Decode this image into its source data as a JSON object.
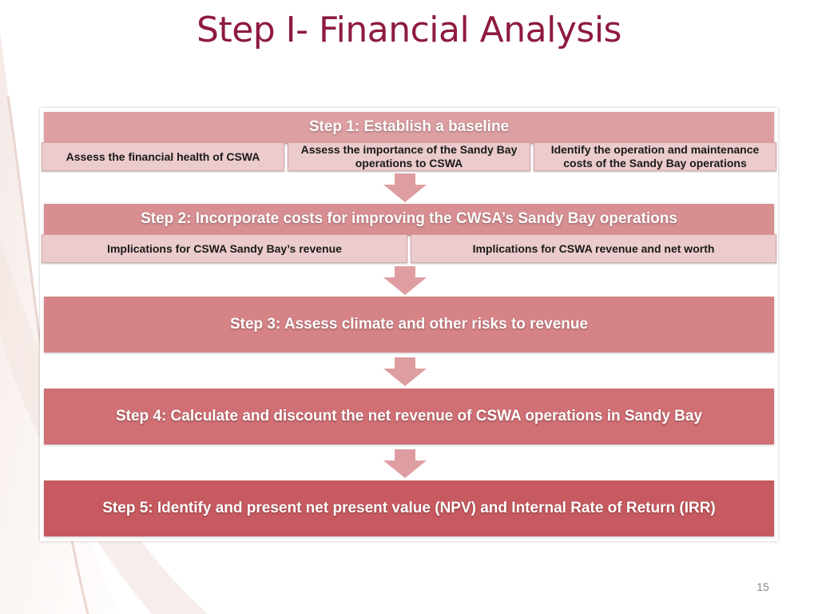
{
  "slide": {
    "title": "Step I- Financial Analysis",
    "page_number": "15"
  },
  "steps": [
    {
      "label": "Step 1: Establish a baseline",
      "color": "#dd9fa1",
      "items": [
        "Assess the financial health of CSWA",
        "Assess the importance of the Sandy Bay operations to CSWA",
        "Identify the operation and maintenance costs of the Sandy Bay operations"
      ]
    },
    {
      "label": "Step 2: Incorporate costs for improving the CWSA’s Sandy Bay operations",
      "color": "#d88f92",
      "items": [
        "Implications for CSWA Sandy Bay’s revenue",
        "Implications for CSWA revenue and net worth"
      ]
    },
    {
      "label": "Step 3: Assess climate and other risks to revenue",
      "color": "#d68387",
      "items": []
    },
    {
      "label": "Step 4: Calculate and discount the net revenue of CSWA operations in Sandy Bay",
      "color": "#d06f74",
      "items": []
    },
    {
      "label": "Step 5: Identify and present net present value (NPV) and Internal Rate of Return (IRR)",
      "color": "#c75a60",
      "items": []
    }
  ],
  "colors": {
    "title": "#8e1b3e",
    "arrow": "#de9ea1",
    "sub_box": "#ebcbcc"
  }
}
